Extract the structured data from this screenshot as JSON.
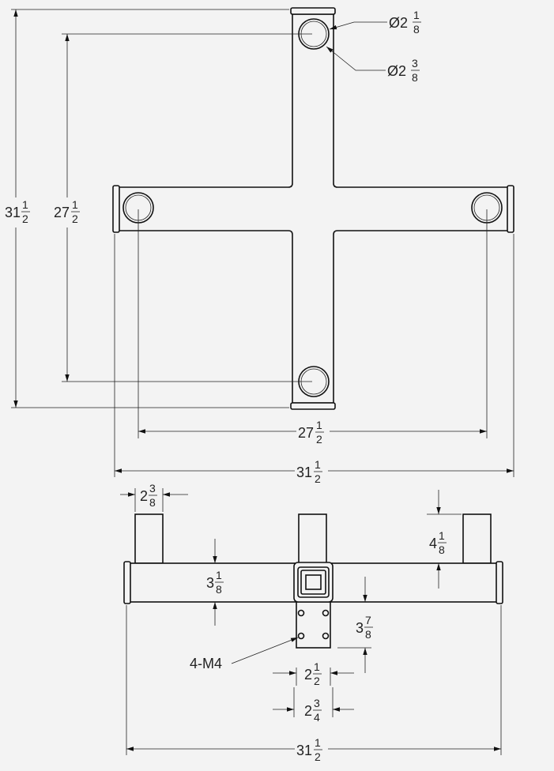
{
  "top_view": {
    "overall_height": {
      "whole": "31",
      "num": "1",
      "den": "2"
    },
    "hole_spacing_vertical": {
      "whole": "27",
      "num": "1",
      "den": "2"
    },
    "hole_spacing_horizontal": {
      "whole": "27",
      "num": "1",
      "den": "2"
    },
    "overall_width": {
      "whole": "31",
      "num": "1",
      "den": "2"
    },
    "inner_diameter": {
      "whole": "Ø2",
      "num": "1",
      "den": "8"
    },
    "outer_diameter": {
      "whole": "Ø2",
      "num": "3",
      "den": "8"
    }
  },
  "front_view": {
    "upright_width": {
      "whole": "2",
      "num": "3",
      "den": "8"
    },
    "upright_height": {
      "whole": "4",
      "num": "1",
      "den": "8"
    },
    "tube_height": {
      "whole": "3",
      "num": "1",
      "den": "8"
    },
    "plate_height": {
      "whole": "3",
      "num": "7",
      "den": "8"
    },
    "bolt_label": "4-M4",
    "plate_width": {
      "whole": "2",
      "num": "1",
      "den": "2"
    },
    "hub_width": {
      "whole": "2",
      "num": "3",
      "den": "4"
    },
    "overall_width": {
      "whole": "31",
      "num": "1",
      "den": "2"
    }
  }
}
